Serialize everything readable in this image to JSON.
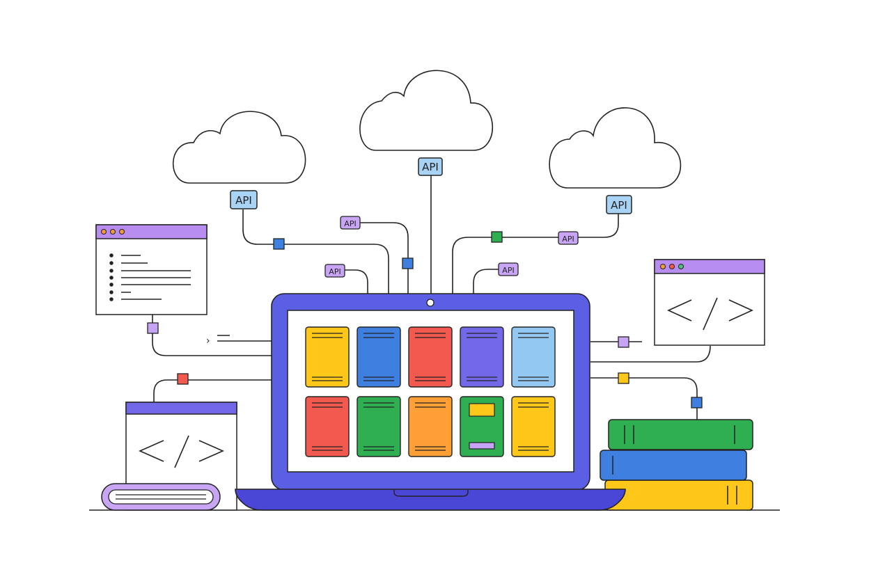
{
  "api_labels": {
    "left_cloud": "API",
    "center_cloud": "API",
    "right_cloud": "API",
    "mid_left": "API",
    "lower_left": "API",
    "mid_right": "API",
    "lower_right": "API"
  },
  "code_symbol": "</>",
  "prompt_symbol": "›",
  "colors": {
    "outline": "#222222",
    "laptop": "#5b5fe3",
    "laptop_base": "#4a47d6",
    "purple": "#b78ef0",
    "purple_node": "#c7a3f5",
    "blue": "#3f7fe0",
    "red": "#f35a4f",
    "yellow": "#ffc71a",
    "green": "#2fae52",
    "orange": "#ff9f35",
    "light_blue": "#92c8f2",
    "violet": "#7268e8",
    "api_blue_fill": "#a9d3f5",
    "api_purple_fill": "#c9a6f5",
    "dot_orange": "#f39a3b",
    "dot_green": "#4fbf7a"
  },
  "screen_tiles": [
    {
      "color": "yellow",
      "style": "lines"
    },
    {
      "color": "blue",
      "style": "lines"
    },
    {
      "color": "red",
      "style": "lines"
    },
    {
      "color": "violet",
      "style": "lines"
    },
    {
      "color": "light_blue",
      "style": "lines"
    },
    {
      "color": "red",
      "style": "lines"
    },
    {
      "color": "green",
      "style": "lines"
    },
    {
      "color": "orange",
      "style": "lines"
    },
    {
      "color": "green",
      "style": "widget"
    },
    {
      "color": "yellow",
      "style": "lines"
    }
  ],
  "icons": [
    "cloud-icon",
    "laptop-icon",
    "browser-window-icon",
    "code-icon",
    "book-stack-icon",
    "api-tag-icon",
    "connector-node-icon"
  ]
}
